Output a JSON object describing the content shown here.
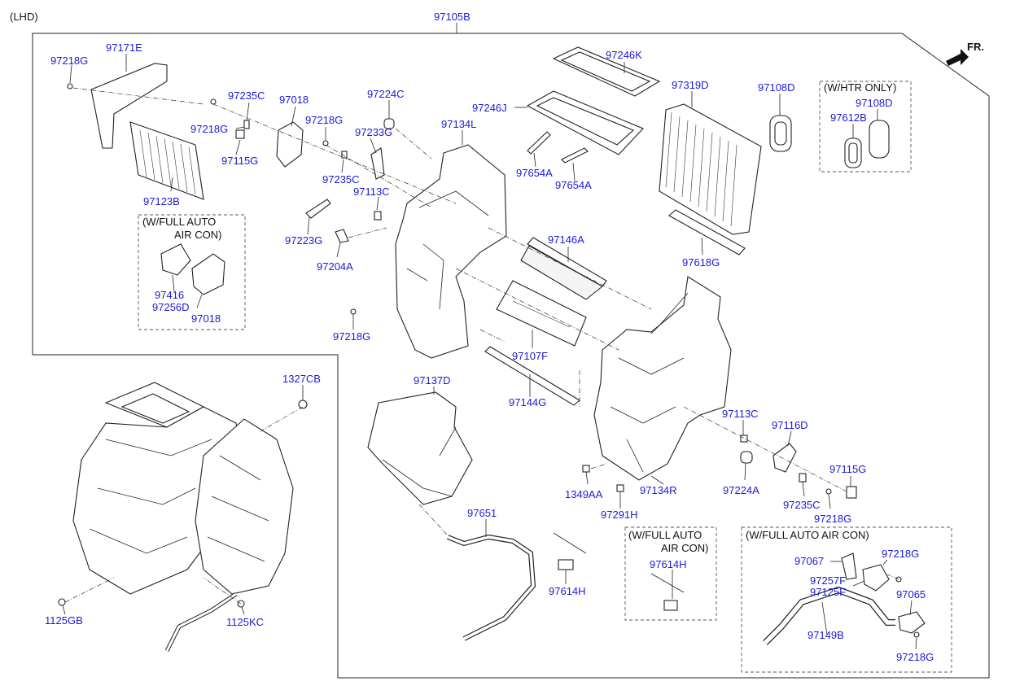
{
  "header": {
    "variant": "(LHD)",
    "assembly": "97105B",
    "front": "FR."
  },
  "options": {
    "htr": "(W/HTR ONLY)",
    "auto1_a": "(W/FULL AUTO",
    "auto1_b": "AIR CON)",
    "auto2_a": "(W/FULL AUTO",
    "auto2_b": "AIR CON)",
    "auto3": "(W/FULL AUTO AIR CON)"
  },
  "labels": {
    "p97218G_a": "97218G",
    "p97171E": "97171E",
    "p97235C_a": "97235C",
    "p97018_a": "97018",
    "p97218G_b": "97218G",
    "p97115G_a": "97115G",
    "p97123B": "97123B",
    "p97224C": "97224C",
    "p97218G_c": "97218G",
    "p97233G": "97233G",
    "p97235C_b": "97235C",
    "p97134L": "97134L",
    "p97113C_a": "97113C",
    "p97223G": "97223G",
    "p97204A": "97204A",
    "p97246K": "97246K",
    "p97246J": "97246J",
    "p97654A_a": "97654A",
    "p97654A_b": "97654A",
    "p97319D": "97319D",
    "p97108D_a": "97108D",
    "p97108D_b": "97108D",
    "p97612B": "97612B",
    "p97618G": "97618G",
    "p97146A": "97146A",
    "p97107F": "97107F",
    "p97144G": "97144G",
    "p97416": "97416",
    "p97256D": "97256D",
    "p97018_b": "97018",
    "p97218G_d": "97218G",
    "p97137D": "97137D",
    "p1327CB": "1327CB",
    "p97113C_b": "97113C",
    "p97116D": "97116D",
    "p1349AA": "1349AA",
    "p97134R": "97134R",
    "p97224A": "97224A",
    "p97115G_b": "97115G",
    "p97235C_c": "97235C",
    "p97218G_e": "97218G",
    "p97291H": "97291H",
    "p97651": "97651",
    "p97614H_a": "97614H",
    "p97614H_b": "97614H",
    "p1125GB": "1125GB",
    "p1125KC": "1125KC",
    "p97067": "97067",
    "p97218G_f": "97218G",
    "p97257F": "97257F",
    "p97125F": "97125F",
    "p97065": "97065",
    "p97149B": "97149B",
    "p97218G_g": "97218G"
  },
  "colors": {
    "label": "#1a1ad6",
    "line": "#222222"
  }
}
